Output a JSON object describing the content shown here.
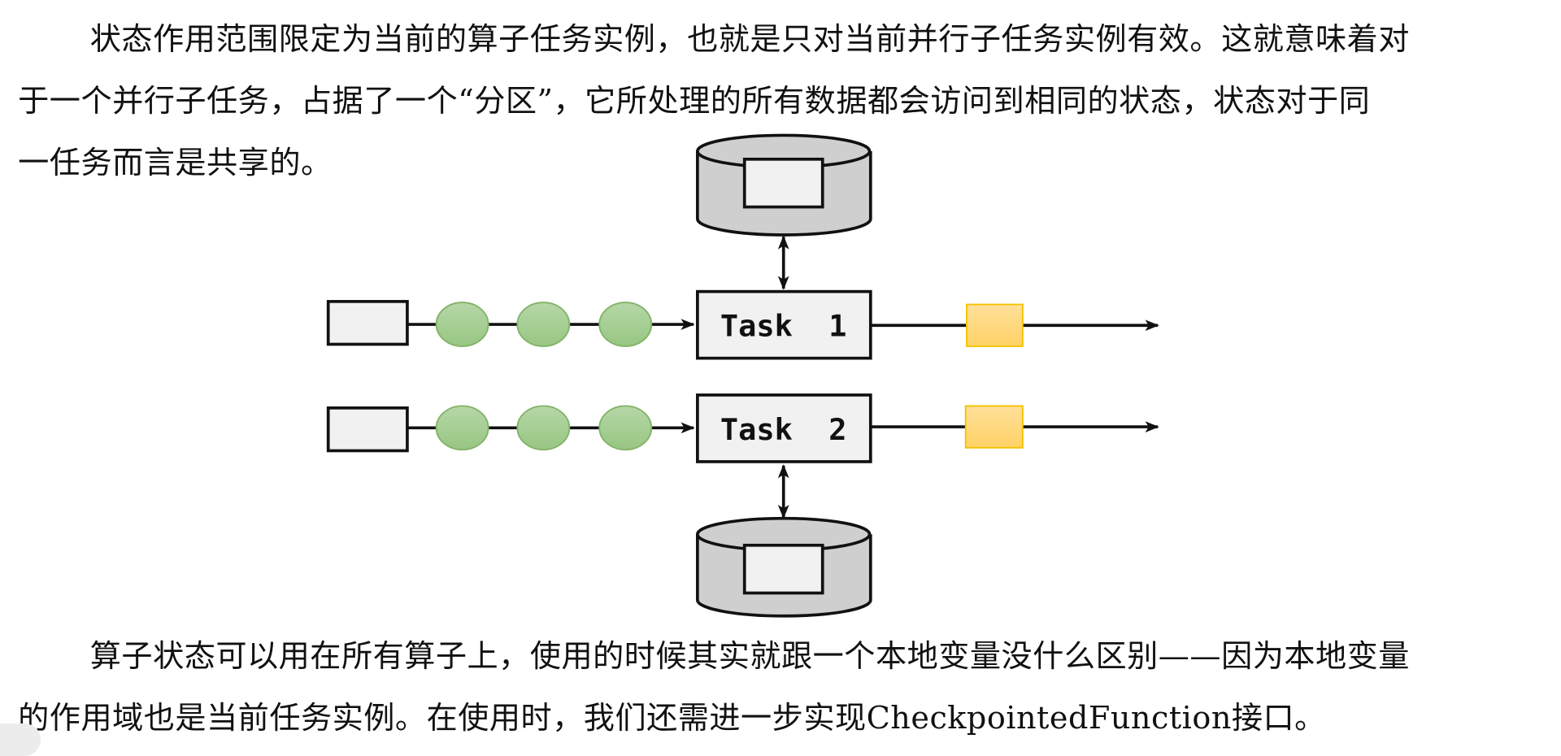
{
  "document": {
    "paragraph1": {
      "lines": [
        "状态作用范围限定为当前的算子任务实例，也就是只对当前并行子任务实例有效。这就意味着对",
        "于一个并行子任务，占据了一个“分区”，它所处理的所有数据都会访问到相同的状态，状态对于同",
        "一任务而言是共享的。"
      ]
    },
    "paragraph2": {
      "lines": [
        "算子状态可以用在所有算子上，使用的时候其实就跟一个本地变量没什么区别——因为本地变量",
        "的作用域也是当前任务实例。在使用时，我们还需进一步实现CheckpointedFunction接口。"
      ]
    }
  },
  "diagram": {
    "tasks": [
      {
        "label": "Task  1",
        "state_store_position": "above",
        "input_events": 3,
        "output_events": 1
      },
      {
        "label": "Task  2",
        "state_store_position": "below",
        "input_events": 3,
        "output_events": 1
      }
    ],
    "colors": {
      "event_fill": "#a9d18e",
      "event_stroke": "#82b366",
      "output_fill": "#ffd966",
      "output_stroke": "#f2c200",
      "box_fill": "#f1f1f1",
      "store_fill": "#cfcfcf",
      "line": "#111111"
    }
  }
}
